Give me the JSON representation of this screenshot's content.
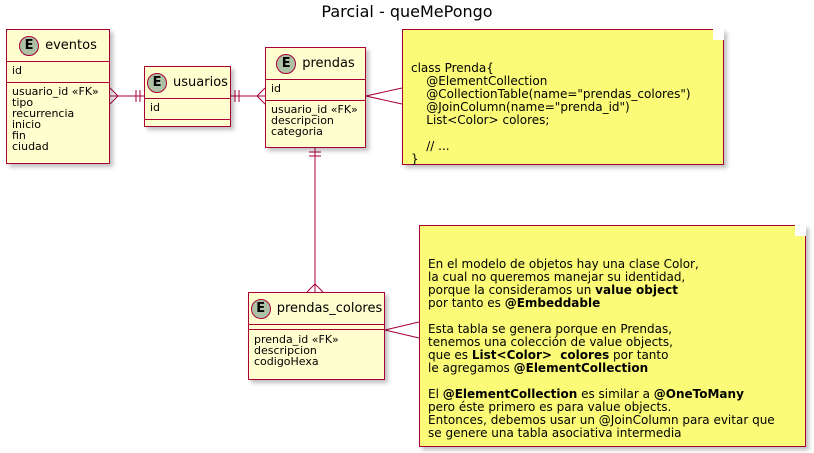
{
  "title": "Parcial - queMePongo",
  "entities": {
    "eventos": {
      "badge": "E",
      "name": "eventos",
      "key": "id",
      "fields": [
        "usuario_id «FK»",
        "tipo",
        "recurrencia",
        "inicio",
        "fin",
        "ciudad"
      ]
    },
    "usuarios": {
      "badge": "E",
      "name": "usuarios",
      "key": "id",
      "fields": []
    },
    "prendas": {
      "badge": "E",
      "name": "prendas",
      "key": "id",
      "fields": [
        "usuario_id «FK»",
        "descripcion",
        "categoria"
      ]
    },
    "prendas_colores": {
      "badge": "E",
      "name": "prendas_colores",
      "key": "",
      "fields": [
        "prenda_id «FK»",
        "descripcion",
        "codigoHexa"
      ]
    }
  },
  "notes": {
    "prenda_class": {
      "lines": [
        [
          {
            "t": "class Prenda{"
          }
        ],
        [
          {
            "t": "    @ElementCollection"
          }
        ],
        [
          {
            "t": "    @CollectionTable(name=\"prendas_colores\")"
          }
        ],
        [
          {
            "t": "    @JoinColumn(name=\"prenda_id\")"
          }
        ],
        [
          {
            "t": "    List<Color> colores;"
          }
        ],
        [
          {
            "t": ""
          }
        ],
        [
          {
            "t": "    // ..."
          }
        ],
        [
          {
            "t": "}"
          }
        ]
      ]
    },
    "value_object": {
      "lines": [
        [
          {
            "t": "En el modelo de objetos hay una clase Color,"
          }
        ],
        [
          {
            "t": "la cual no queremos manejar su identidad,"
          }
        ],
        [
          {
            "t": "porque la consideramos un "
          },
          {
            "t": "value object",
            "b": true
          }
        ],
        [
          {
            "t": "por tanto es "
          },
          {
            "t": "@Embeddable",
            "b": true
          }
        ],
        [
          {
            "t": ""
          }
        ],
        [
          {
            "t": "Esta tabla se genera porque en Prendas,"
          }
        ],
        [
          {
            "t": "tenemos una colección de value objects,"
          }
        ],
        [
          {
            "t": "que es "
          },
          {
            "t": "List<Color>  colores",
            "b": true
          },
          {
            "t": " por tanto"
          }
        ],
        [
          {
            "t": "le agregamos "
          },
          {
            "t": "@ElementCollection",
            "b": true
          }
        ],
        [
          {
            "t": ""
          }
        ],
        [
          {
            "t": "El "
          },
          {
            "t": "@ElementCollection",
            "b": true
          },
          {
            "t": " es similar a "
          },
          {
            "t": "@OneToMany",
            "b": true
          }
        ],
        [
          {
            "t": "pero éste primero es para value objects."
          }
        ],
        [
          {
            "t": "Entonces, debemos usar un @JoinColumn para evitar que"
          }
        ],
        [
          {
            "t": "se genere una tabla asociativa intermedia"
          }
        ]
      ]
    }
  },
  "colors": {
    "entity_fill": "#fefece",
    "border": "#a80036",
    "badge_fill": "#adc1a6",
    "note_fill": "#fbfb77"
  }
}
